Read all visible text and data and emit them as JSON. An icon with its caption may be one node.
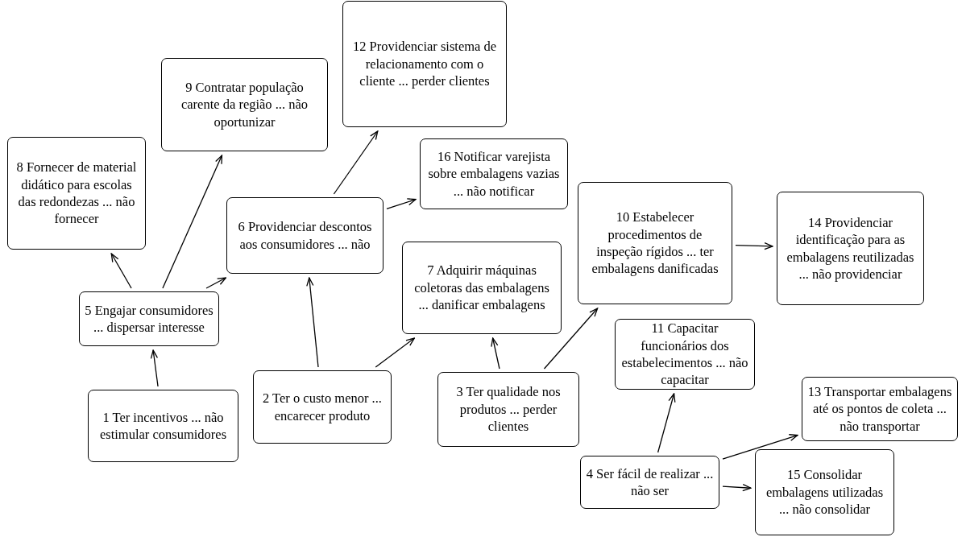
{
  "diagram": {
    "nodes": [
      {
        "text": [
          "1 Ter incentivos ... não estimular consumidores"
        ]
      },
      {
        "text": [
          "2 Ter o custo menor ... encarecer produto"
        ]
      },
      {
        "text": [
          "3 Ter qualidade nos produtos ... perder clientes"
        ]
      },
      {
        "text": [
          "4 Ser fácil de realizar ... não ser"
        ]
      },
      {
        "text": [
          "5 Engajar consumidores ... dispersar interesse"
        ]
      },
      {
        "text": [
          "6 Providenciar descontos aos consumidores ... não"
        ]
      },
      {
        "text": [
          "7 Adquirir máquinas coletoras das embalagens ... danificar embalagens"
        ]
      },
      {
        "text": [
          "8 Fornecer de material didático para escolas das redondezas ... não fornecer"
        ]
      },
      {
        "text": [
          "9 Contratar população carente da região ... não oportunizar"
        ]
      },
      {
        "text": [
          "10 Estabelecer procedimentos de inspeção rígidos ... ter embalagens danificadas"
        ]
      },
      {
        "text": [
          "11 Capacitar funcionários dos estabelecimentos ... não capacitar"
        ]
      },
      {
        "text": [
          "12 Providenciar sistema de relacionamento com o cliente ... perder clientes"
        ]
      },
      {
        "text": [
          "13 Transportar embalagens até os pontos de coleta ... não transportar"
        ]
      },
      {
        "text": [
          "14 Providenciar identificação para as embalagens reutilizadas ... não providenciar"
        ]
      },
      {
        "text": [
          "15 Consolidar embalagens utilizadas ... não consolidar"
        ]
      },
      {
        "text": [
          "16 Notificar varejista sobre embalagens vazias ... não notificar"
        ]
      }
    ],
    "edges": [
      {
        "from": 0,
        "to": 4,
        "arrow": "to"
      },
      {
        "from": 4,
        "to": 7,
        "arrow": "to"
      },
      {
        "from": 4,
        "to": 8,
        "arrow": "to"
      },
      {
        "from": 4,
        "to": 5,
        "arrow": "to"
      },
      {
        "from": 1,
        "to": 5,
        "arrow": "to"
      },
      {
        "from": 1,
        "to": 6,
        "arrow": "to"
      },
      {
        "from": 5,
        "to": 11,
        "arrow": "to"
      },
      {
        "from": 5,
        "to": 15,
        "arrow": "to"
      },
      {
        "from": 2,
        "to": 6,
        "arrow": "to"
      },
      {
        "from": 2,
        "to": 9,
        "arrow": "to"
      },
      {
        "from": 9,
        "to": 13,
        "arrow": "to"
      },
      {
        "from": 3,
        "to": 10,
        "arrow": "to"
      },
      {
        "from": 3,
        "to": 12,
        "arrow": "to"
      },
      {
        "from": 3,
        "to": 14,
        "arrow": "to"
      }
    ]
  }
}
